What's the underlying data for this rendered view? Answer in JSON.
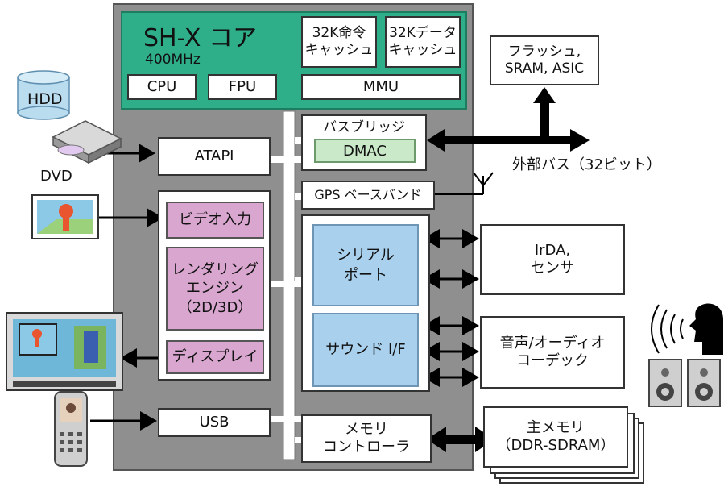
{
  "core": {
    "title": "SH-X コア",
    "freq": "400MHz",
    "cpu": "CPU",
    "fpu": "FPU",
    "icache": "32K命令\nキャッシュ",
    "dcache": "32Kデータ\nキャッシュ",
    "mmu": "MMU"
  },
  "blocks": {
    "atapi": "ATAPI",
    "video_in": "ビデオ入力",
    "render": "レンダリング\nエンジン\n（2D/3D）",
    "display": "ディスプレイ",
    "usb": "USB",
    "bus_bridge": "バスブリッジ",
    "dmac": "DMAC",
    "gps": "GPS ベースバンド",
    "serial": "シリアル\nポート",
    "sound": "サウンド I/F",
    "memctl": "メモリ\nコントローラ"
  },
  "external": {
    "flash": "フラッシュ,\nSRAM, ASIC",
    "ext_bus": "外部バス（32ビット）",
    "irda": "IrDA,\nセンサ",
    "codec": "音声/オーディオ\nコーデック",
    "mainmem": "主メモリ\n（DDR-SDRAM）",
    "hdd": "HDD",
    "dvd": "DVD"
  }
}
